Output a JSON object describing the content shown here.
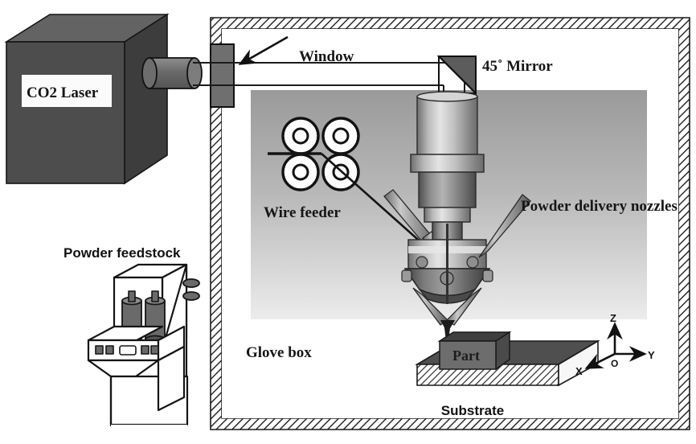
{
  "figure": {
    "title": "Laser-based directed energy deposition system schematic",
    "background": "#ffffff"
  },
  "labels": {
    "laser": "CO2 Laser",
    "window": "Window",
    "mirror": "45˚ Mirror",
    "wire_feeder": "Wire feeder",
    "powder_nozzles": "Powder delivery nozzles",
    "glove_box": "Glove box",
    "powder_feedstock": "Powder feedstock",
    "part": "Part",
    "substrate": "Substrate"
  },
  "axes": {
    "z": "Z",
    "y": "Y",
    "x": "X",
    "origin": "O"
  },
  "icons": {
    "window_pointer": "arrow-icon",
    "laser_beam": "beam-line-icon",
    "mirror": "mirror-triangle-icon",
    "coordinate_axes": "axes-icon",
    "feed_rollers": "roller-icon"
  },
  "colors": {
    "laser_front": "#4d4d4d",
    "laser_top": "#636363",
    "laser_side": "#3c3c3c",
    "chamber_wall": "#ffffff",
    "hatch_stroke": "#2b2b2b",
    "gradient_top": "#9d9d9d",
    "gradient_bottom": "#e8e8e8",
    "nozzle_body": "#a8a8a8",
    "nozzle_dark": "#5a5a5a",
    "part_fill": "#6d6d6d",
    "substrate_top": "#4f4f4f",
    "ink": "#1a1a1a"
  }
}
